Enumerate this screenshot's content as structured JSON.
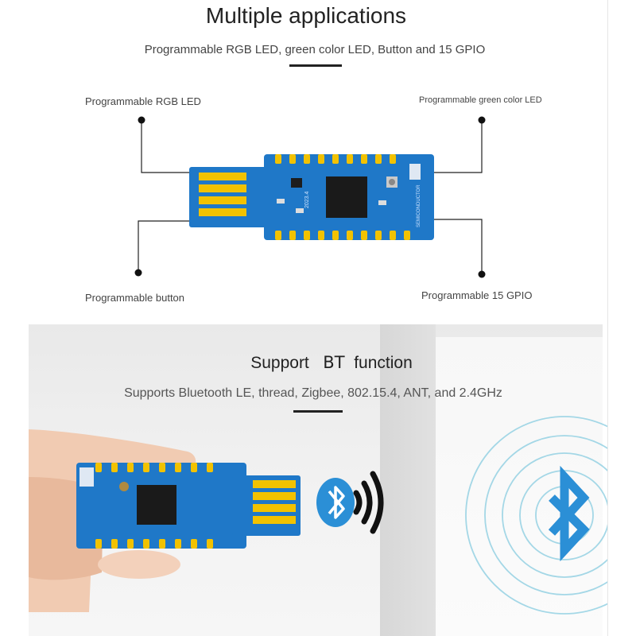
{
  "header": {
    "title": "Multiple applications",
    "subtitle": "Programmable RGB LED, green color LED, Button and 15 GPIO"
  },
  "callouts": {
    "rgb_led": "Programmable RGB LED",
    "green_led": "Programmable green color LED",
    "button": "Programmable button",
    "gpio": "Programmable 15 GPIO"
  },
  "support": {
    "title_prefix": "Support",
    "title_bt": "BT",
    "title_suffix": "function",
    "subtitle": "Supports Bluetooth LE, thread, Zigbee, 802.15.4, ANT, and 2.4GHz"
  },
  "board": {
    "silkscreen_top": "2023.4",
    "silkscreen_side": "SEMICONDUCTOR"
  },
  "colors": {
    "pcb_blue": "#1f78c8",
    "pad_gold": "#f2c200",
    "bluetooth_blue": "#2b8fd6",
    "chip_black": "#1a1a1a"
  },
  "icons": [
    "bluetooth-icon",
    "wireless-waves-icon",
    "bluetooth-logo-icon"
  ]
}
